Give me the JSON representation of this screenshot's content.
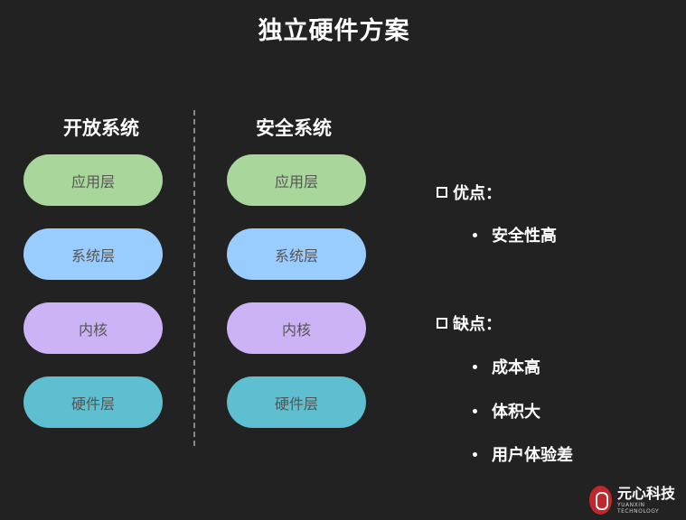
{
  "title": "独立硬件方案",
  "columns": [
    {
      "heading": "开放系统",
      "layers": [
        "应用层",
        "系统层",
        "内核",
        "硬件层"
      ]
    },
    {
      "heading": "安全系统",
      "layers": [
        "应用层",
        "系统层",
        "内核",
        "硬件层"
      ]
    }
  ],
  "layer_colors": [
    "#a9d79b",
    "#99ccff",
    "#cbb3f5",
    "#5dbfcf"
  ],
  "pros": {
    "heading": "优点：",
    "items": [
      "安全性高"
    ]
  },
  "cons": {
    "heading": "缺点：",
    "items": [
      "成本高",
      "体积大",
      "用户体验差"
    ]
  },
  "logo": {
    "name": "元心科技",
    "sub": "YUANXIN TECHNOLOGY"
  }
}
